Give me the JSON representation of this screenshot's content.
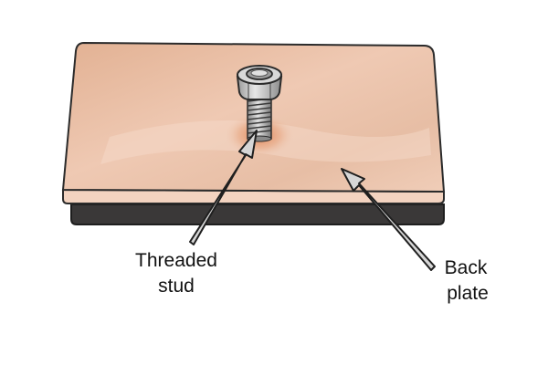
{
  "labels": {
    "threaded_stud": {
      "line1": "Threaded",
      "line2": "stud"
    },
    "back_plate": {
      "line1": "Back",
      "line2": "plate"
    }
  },
  "colors": {
    "plate_top": "#e8bda3",
    "plate_edge": "#f3d3c0",
    "plate_bottom_layer": "#3a3838",
    "outline": "#2b2b2b",
    "arrow_fill": "#d6d6d6",
    "stud_metal": "#c9c9c9",
    "glow": "#e08a5a"
  }
}
